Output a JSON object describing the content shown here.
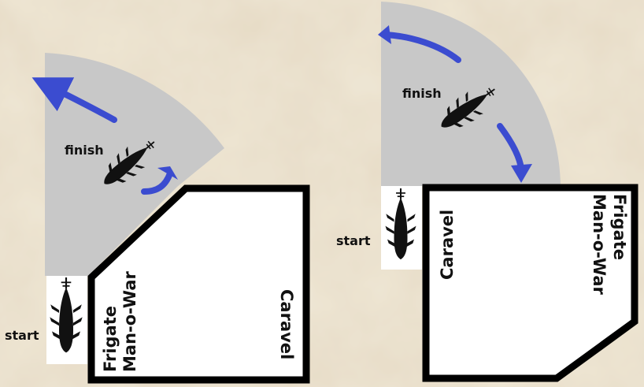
{
  "colors": {
    "parchment": "#e7dcc6",
    "arc_fill": "#c8c8c8",
    "arrow": "#3b4cd0",
    "template_stroke": "#000000",
    "template_fill": "#ffffff",
    "ship": "#111111"
  },
  "diagrams": [
    {
      "id": "left",
      "finish_label": "finish",
      "start_label": "start",
      "template_labels": {
        "frigate": "Frigate",
        "man_o_war": "Man-o-War",
        "caravel": "Caravel"
      }
    },
    {
      "id": "right",
      "finish_label": "finish",
      "start_label": "start",
      "template_labels": {
        "frigate": "Frigate",
        "man_o_war": "Man-o-War",
        "caravel": "Caravel"
      }
    }
  ],
  "icons": [
    "ship-finish-icon",
    "ship-start-icon",
    "rotate-arrow-icon"
  ]
}
